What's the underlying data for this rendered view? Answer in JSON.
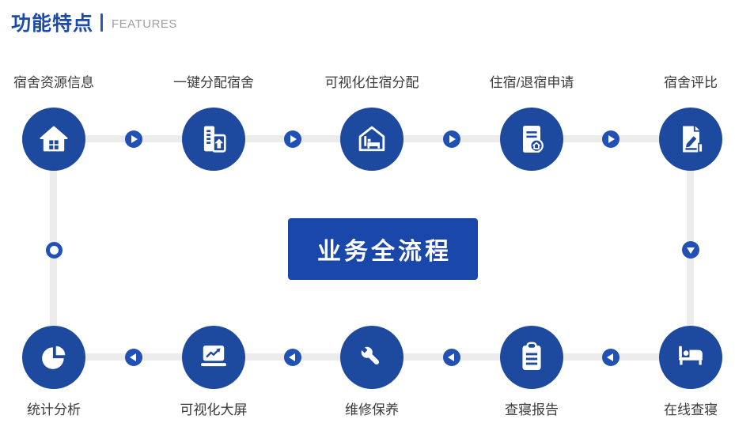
{
  "header": {
    "title": "功能特点",
    "subtitle": "FEATURES"
  },
  "banner": {
    "label": "业务全流程"
  },
  "flow": {
    "top": [
      {
        "label": "宿舍资源信息",
        "icon": "house-icon"
      },
      {
        "label": "一键分配宿舍",
        "icon": "building-up-icon"
      },
      {
        "label": "可视化住宿分配",
        "icon": "house-bed-icon"
      },
      {
        "label": "住宿/退宿申请",
        "icon": "document-house-icon"
      },
      {
        "label": "宿舍评比",
        "icon": "document-edit-icon"
      }
    ],
    "bottom": [
      {
        "label": "统计分析",
        "icon": "pie-chart-icon"
      },
      {
        "label": "可视化大屏",
        "icon": "laptop-chart-icon"
      },
      {
        "label": "维修保养",
        "icon": "wrench-icon"
      },
      {
        "label": "查寝报告",
        "icon": "clipboard-icon"
      },
      {
        "label": "在线查寝",
        "icon": "bed-icon"
      }
    ]
  },
  "colors": {
    "primary": "#1d4a9e",
    "banner": "#1a47aa",
    "marker": "#2151b5",
    "line": "#ececec",
    "title": "#1d4ba8",
    "subtitle": "#9b9fa4",
    "label": "#3b3b3b"
  }
}
